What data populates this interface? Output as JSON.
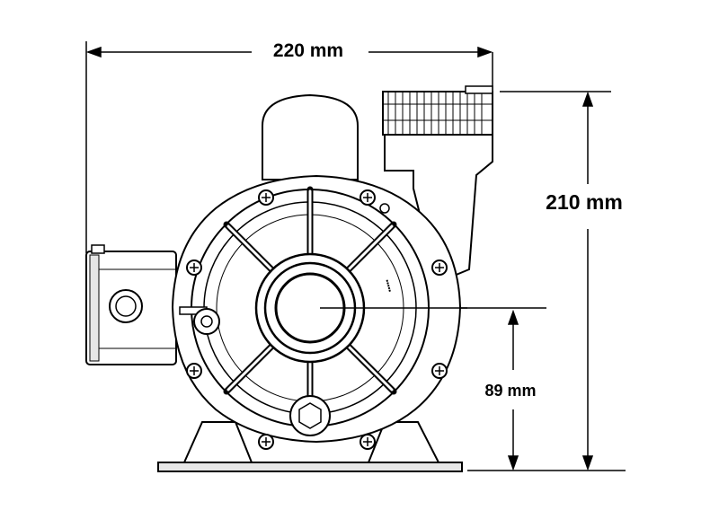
{
  "dimensions": {
    "width": "220 mm",
    "height": "210 mm",
    "center_height": "89 mm"
  },
  "colors": {
    "line": "#000000",
    "fill": "#ffffff",
    "shade": "#e6e6e6"
  }
}
